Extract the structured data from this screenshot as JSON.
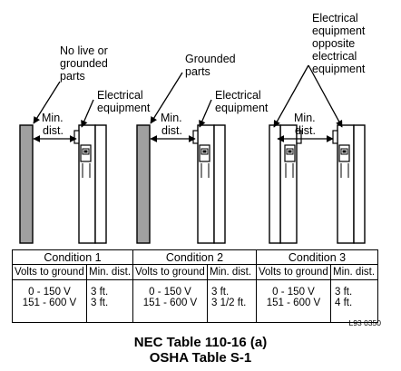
{
  "diagram": {
    "labels": {
      "no_live_line1": "No live or",
      "no_live_line2": "grounded",
      "no_live_line3": "parts",
      "grounded_line1": "Grounded",
      "grounded_line2": "parts",
      "elec_eq_line1": "Electrical",
      "elec_eq_line2": "equipment",
      "opposite_line1": "Electrical",
      "opposite_line2": "equipment",
      "opposite_line3": "opposite",
      "opposite_line4": "electrical",
      "opposite_line5": "equipment",
      "min": "Min.",
      "dist": "dist."
    },
    "colors": {
      "wall_fill": "#a0a0a0",
      "stroke": "#000000"
    }
  },
  "table": {
    "conditions": [
      {
        "title": "Condition 1",
        "col_volts": "Volts to ground",
        "col_dist": "Min. dist.",
        "volts": [
          "0 - 150 V",
          "151 - 600 V"
        ],
        "dist": [
          "3 ft.",
          "3 ft."
        ]
      },
      {
        "title": "Condition 2",
        "col_volts": "Volts to ground",
        "col_dist": "Min. dist.",
        "volts": [
          "0 - 150 V",
          "151 - 600 V"
        ],
        "dist": [
          "3 ft.",
          "3 1/2 ft."
        ]
      },
      {
        "title": "Condition 3",
        "col_volts": "Volts to ground",
        "col_dist": "Min. dist.",
        "volts": [
          "0 - 150 V",
          "151 - 600 V"
        ],
        "dist": [
          "3 ft.",
          "4 ft."
        ]
      }
    ]
  },
  "figure_code": "L93 0350",
  "caption": {
    "line1": "NEC Table 110-16 (a)",
    "line2": "OSHA Table S-1"
  }
}
